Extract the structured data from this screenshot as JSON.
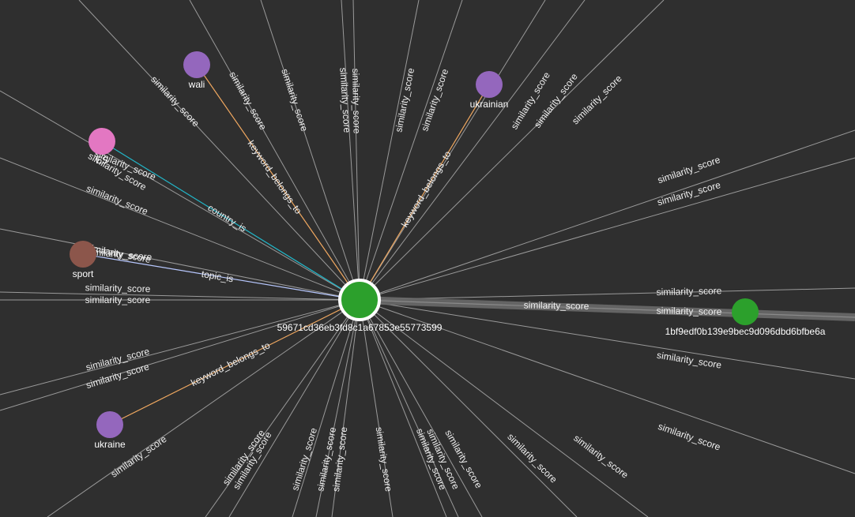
{
  "graph": {
    "center_node": {
      "label": "59671cd36eb3fd8c1a67853e55773599",
      "color": "#2ca02c"
    },
    "nodes": [
      {
        "name": "node-wali",
        "label": "wali",
        "color": "#9467bd"
      },
      {
        "name": "node-es",
        "label": "ES",
        "color": "#e377c2"
      },
      {
        "name": "node-sport",
        "label": "sport",
        "color": "#8c564b"
      },
      {
        "name": "node-ukrainian",
        "label": "ukrainian",
        "color": "#9467bd"
      },
      {
        "name": "node-ukraine",
        "label": "ukraine",
        "color": "#9467bd"
      },
      {
        "name": "node-1bf9",
        "label": "1bf9edf0b139e9bec9d096dbd6bfbe6a",
        "color": "#2ca02c"
      }
    ],
    "relation_labels": {
      "similarity": "similarity_score",
      "keyword": "keyword_belongs_to",
      "country": "country_is",
      "topic": "topic_is"
    },
    "edge_colors": {
      "similarity": "#9a9a9a",
      "keyword": "#f0a860",
      "country": "#22b6c8",
      "topic": "#b8c8ff",
      "highlight": "#6a6a6a"
    }
  }
}
